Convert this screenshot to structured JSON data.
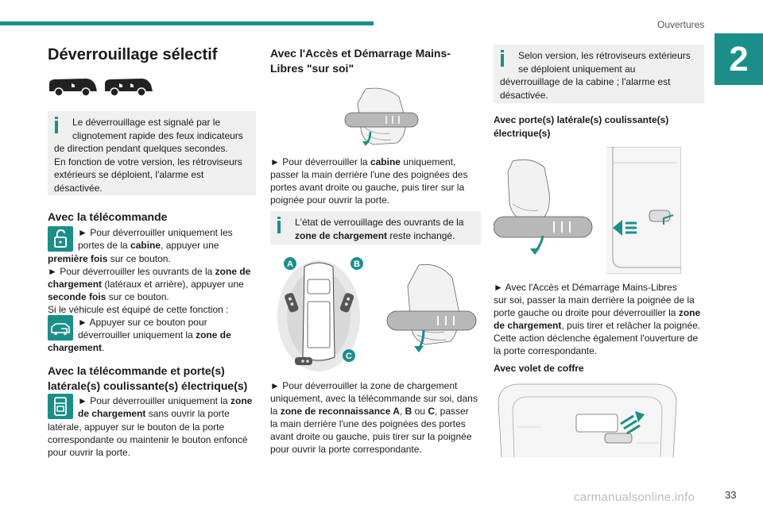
{
  "header": {
    "section": "Ouvertures",
    "chapter": "2"
  },
  "footer": {
    "page": "33",
    "watermark": "carmanualsonline.info"
  },
  "col1": {
    "title": "Déverrouillage sélectif",
    "info1_l1": "Le déverrouillage est signalé par le",
    "info1_l2": "clignotement rapide des feux indicateurs",
    "info1_l3": "de direction pendant quelques secondes.",
    "info1_l4": "En fonction de votre version, les rétroviseurs",
    "info1_l5": "extérieurs se déploient, l'alarme est",
    "info1_l6": "désactivée.",
    "h_remote": "Avec la télécommande",
    "r1a": "► Pour déverrouiller uniquement les",
    "r1b_pre": "portes de la ",
    "r1b_bold": "cabine",
    "r1b_post": ", appuyer une",
    "r1c_bold": "première fois",
    "r1c_post": " sur ce bouton.",
    "r2a_pre": "► Pour déverrouiller les ouvrants de la ",
    "r2a_bold": "zone de",
    "r2b_bold": "chargement",
    "r2b_post": " (latéraux et arrière), appuyer une",
    "r2c_bold": "seconde fois",
    "r2c_post": " sur ce bouton.",
    "r3": "Si le véhicule est équipé de cette fonction :",
    "r4a": "► Appuyer sur ce bouton pour",
    "r4b_pre": "déverrouiller uniquement la ",
    "r4b_bold": "zone de",
    "r4c_bold": "chargement",
    "r4c_post": ".",
    "h_remote_door_l1": "Avec la télécommande et porte(s)",
    "h_remote_door_l2": "latérale(s) coulissante(s) électrique(s)",
    "d1a_pre": "► Pour déverrouiller uniquement la ",
    "d1a_bold": "zone",
    "d1b_bold": "de chargement",
    "d1b_post": " sans ouvrir la porte",
    "d1c": "latérale, appuyer sur le bouton de la porte",
    "d1d": "correspondante ou maintenir le bouton enfoncé",
    "d1e": "pour ouvrir la porte."
  },
  "col2": {
    "title_l1": "Avec l'Accès et Démarrage Mains-",
    "title_l2": "Libres \"sur soi\"",
    "p1a_pre": "► Pour déverrouiller la ",
    "p1a_bold": "cabine",
    "p1a_post": " uniquement,",
    "p1b": "passer la main derrière l'une des poignées des",
    "p1c": "portes avant droite ou gauche, puis tirer sur la",
    "p1d": "poignée pour ouvrir la porte.",
    "info_l1": "L'état de verrouillage des ouvrants de la",
    "info_l2_bold": "zone de chargement",
    "info_l2_post": " reste inchangé.",
    "zone_a": "A",
    "zone_b": "B",
    "zone_c": "C",
    "p2a": "► Pour déverrouiller la zone de chargement",
    "p2b": "uniquement, avec la télécommande sur soi, dans",
    "p2c_pre": "la ",
    "p2c_bold1": "zone de reconnaissance A",
    "p2c_mid1": ", ",
    "p2c_bold2": "B",
    "p2c_mid2": " ou ",
    "p2c_bold3": "C",
    "p2c_post": ", passer",
    "p2d": "la main derrière l'une des poignées des portes",
    "p2e": "avant droite ou gauche, puis tirer sur la poignée",
    "p2f": "pour ouvrir la porte correspondante."
  },
  "col3": {
    "info_l1": "Selon version, les rétroviseurs extérieurs",
    "info_l2": "se déploient uniquement au",
    "info_l3": "déverrouillage de la cabine ; l'alarme est",
    "info_l4": "désactivée.",
    "h_side_l1": "Avec porte(s) latérale(s) coulissante(s)",
    "h_side_l2": "électrique(s)",
    "p1a": "► Avec l'Accès et Démarrage Mains-Libres",
    "p1b": "sur soi, passer la main derrière la poignée de la",
    "p1c_pre": "porte gauche ou droite pour déverrouiller la ",
    "p1c_bold": "zone",
    "p1d_bold": "de chargement",
    "p1d_post": ", puis tirer et relâcher la poignée.",
    "p1e": "Cette action déclenche également l'ouverture de",
    "p1f": "la porte correspondante.",
    "h_tailgate": "Avec volet de coffre"
  },
  "colors": {
    "accent": "#1a8f8a",
    "info_bg": "#efefef"
  }
}
